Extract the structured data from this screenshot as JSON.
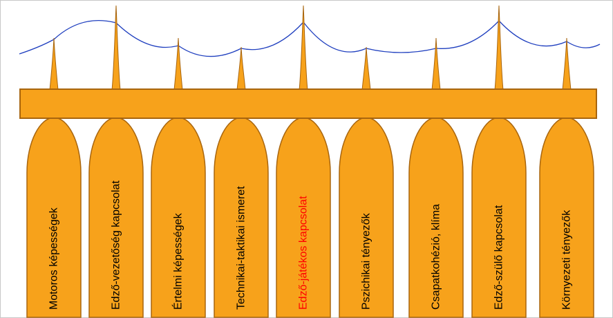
{
  "diagram": {
    "colors": {
      "fill": "#F7A21B",
      "stroke": "#A8650E",
      "wire": "#1F3FBF",
      "label": "#000000",
      "highlight_label": "#FF0000"
    },
    "pillars": [
      {
        "label": "Motoros képességek",
        "highlight": false
      },
      {
        "label": "Edző-vezetőség kapcsolat",
        "highlight": false
      },
      {
        "label": "Értelmi képességek",
        "highlight": false
      },
      {
        "label": "Technikai-taktikai ismeret",
        "highlight": false
      },
      {
        "label": "Edző-játékos kapcsolat",
        "highlight": true
      },
      {
        "label": "Pszichikai tényezők",
        "highlight": false
      },
      {
        "label": "Csapatkohézió, klíma",
        "highlight": false
      },
      {
        "label": "Edző-szülő kapcsolat",
        "highlight": false
      },
      {
        "label": "Környezeti tényezők",
        "highlight": false
      }
    ]
  }
}
